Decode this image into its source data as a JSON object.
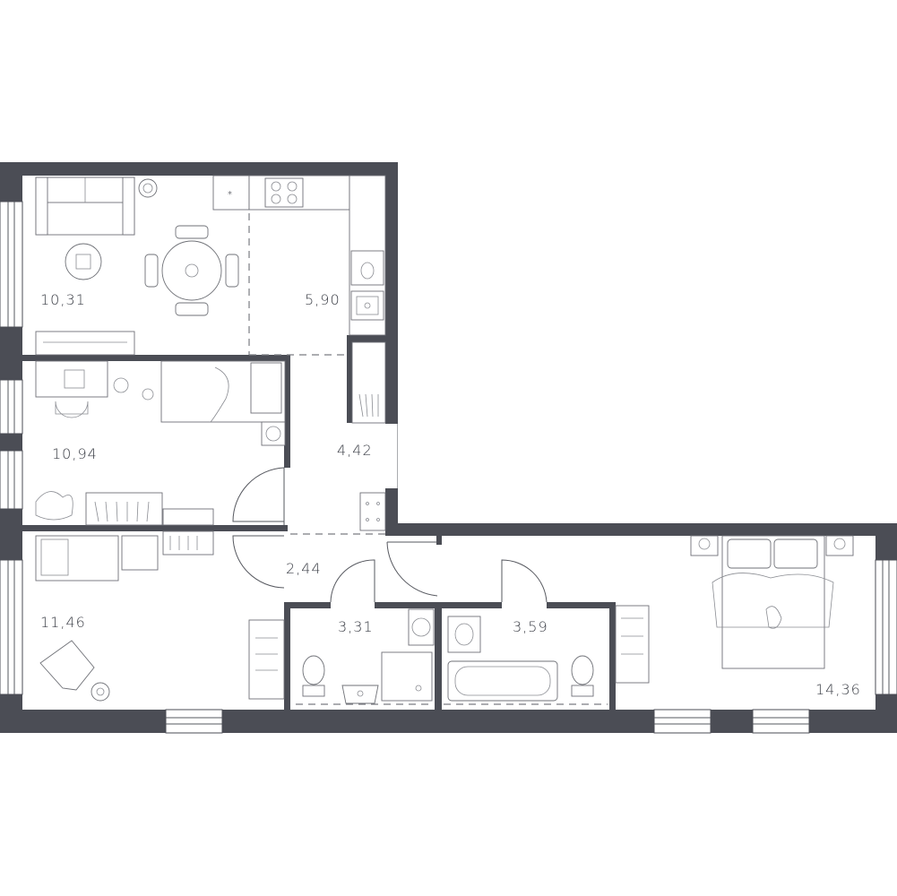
{
  "floor_plan": {
    "colors": {
      "wall": "#4b4d55",
      "line": "#56585f",
      "label": "#3c3f47",
      "background": "#ffffff"
    },
    "rooms": [
      {
        "id": "living-room",
        "area": "10,31"
      },
      {
        "id": "kitchen",
        "area": "5,90"
      },
      {
        "id": "bedroom-child",
        "area": "10,94"
      },
      {
        "id": "hallway",
        "area": "4,42"
      },
      {
        "id": "corridor",
        "area": "2,44"
      },
      {
        "id": "bedroom-small",
        "area": "11,46"
      },
      {
        "id": "bathroom-shower",
        "area": "3,31"
      },
      {
        "id": "bathroom-tub",
        "area": "3,59"
      },
      {
        "id": "bedroom-master",
        "area": "14,36"
      }
    ]
  }
}
